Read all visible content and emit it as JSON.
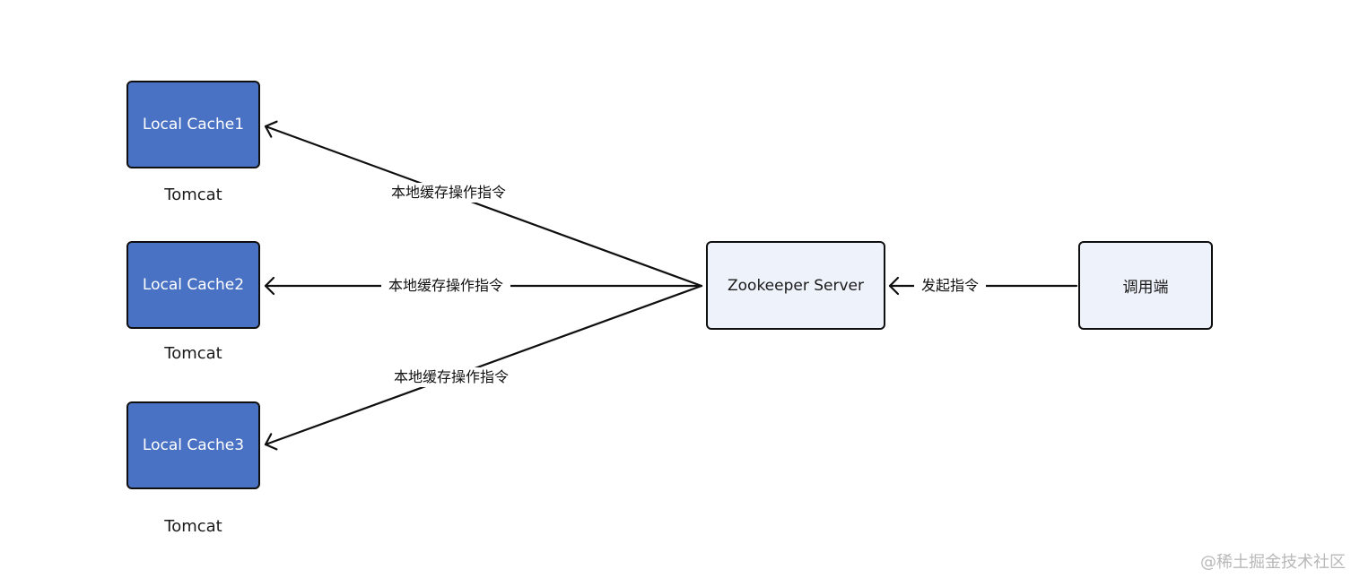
{
  "colors": {
    "cache_fill": "#4a72c4",
    "light_fill": "#eef2fa",
    "stroke": "#0f0f0f"
  },
  "nodes": {
    "cache1": "Local Cache1",
    "cache2": "Local Cache2",
    "cache3": "Local Cache3",
    "zookeeper": "Zookeeper Server",
    "caller": "调用端"
  },
  "captions": {
    "tomcat1": "Tomcat",
    "tomcat2": "Tomcat",
    "tomcat3": "Tomcat"
  },
  "edges": {
    "to_cache1": "本地缓存操作指令",
    "to_cache2": "本地缓存操作指令",
    "to_cache3": "本地缓存操作指令",
    "to_zookeeper": "发起指令"
  },
  "watermark": "@稀土掘金技术社区"
}
